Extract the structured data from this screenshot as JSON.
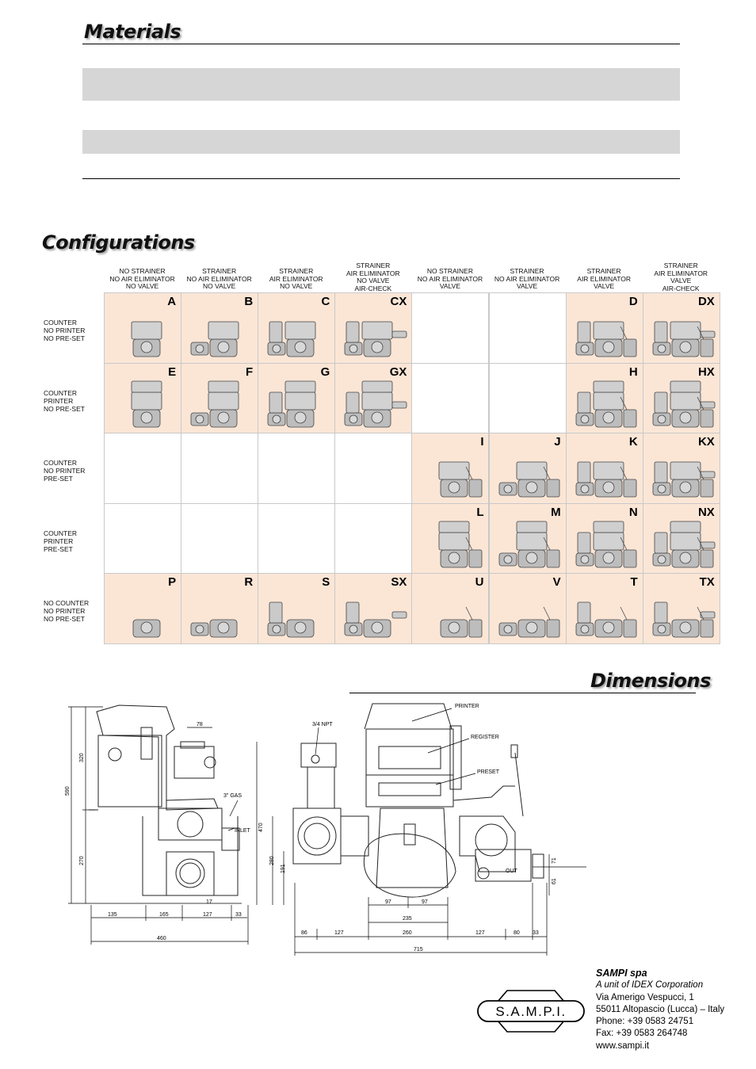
{
  "sections": {
    "materials": "Materials",
    "configurations": "Configurations",
    "dimensions": "Dimensions"
  },
  "config": {
    "columns": [
      [
        "NO STRAINER",
        "NO AIR ELIMINATOR",
        "NO VALVE"
      ],
      [
        "STRAINER",
        "NO AIR ELIMINATOR",
        "NO VALVE"
      ],
      [
        "STRAINER",
        "AIR ELIMINATOR",
        "NO VALVE"
      ],
      [
        "STRAINER",
        "AIR ELIMINATOR",
        "NO VALVE",
        "AIR-CHECK"
      ],
      [
        "NO STRAINER",
        "NO AIR ELIMINATOR",
        "VALVE"
      ],
      [
        "STRAINER",
        "NO AIR ELIMINATOR",
        "VALVE"
      ],
      [
        "STRAINER",
        "AIR ELIMINATOR",
        "VALVE"
      ],
      [
        "STRAINER",
        "AIR ELIMINATOR",
        "VALVE",
        "AIR-CHECK"
      ]
    ],
    "rows": [
      {
        "label": [
          "COUNTER",
          "NO PRINTER",
          "NO PRE-SET"
        ],
        "cells": [
          "A",
          "B",
          "C",
          "CX",
          "",
          "",
          "D",
          "DX"
        ]
      },
      {
        "label": [
          "COUNTER",
          "PRINTER",
          "NO PRE-SET"
        ],
        "cells": [
          "E",
          "F",
          "G",
          "GX",
          "",
          "",
          "H",
          "HX"
        ]
      },
      {
        "label": [
          "COUNTER",
          "NO PRINTER",
          "PRE-SET"
        ],
        "cells": [
          "",
          "",
          "",
          "",
          "I",
          "J",
          "K",
          "KX"
        ]
      },
      {
        "label": [
          "COUNTER",
          "PRINTER",
          "PRE-SET"
        ],
        "cells": [
          "",
          "",
          "",
          "",
          "L",
          "M",
          "N",
          "NX"
        ]
      },
      {
        "label": [
          "NO COUNTER",
          "NO PRINTER",
          "NO PRE-SET"
        ],
        "cells": [
          "P",
          "R",
          "S",
          "SX",
          "U",
          "V",
          "T",
          "TX"
        ]
      }
    ]
  },
  "dimensions": {
    "labels": {
      "gas": "3\" GAS",
      "inlet": "INLET",
      "npt": "3/4 NPT",
      "printer": "PRINTER",
      "register": "REGISTER",
      "preset": "PRESET",
      "out": "OUT"
    },
    "values": {
      "d320": "320",
      "d590": "590",
      "d270": "270",
      "d78": "78",
      "d17": "17",
      "d135": "135",
      "d165": "165",
      "d127a": "127",
      "d33a": "33",
      "d460": "460",
      "d470": "470",
      "d280": "280",
      "d191": "191",
      "d71": "71",
      "d61": "61",
      "d97a": "97",
      "d97b": "97",
      "d235": "235",
      "d86": "86",
      "d127b": "127",
      "d260": "260",
      "d127c": "127",
      "d80": "80",
      "d33b": "33",
      "d715": "715"
    }
  },
  "company": {
    "name": "SAMPI spa",
    "unit": "A unit of IDEX Corporation",
    "address1": "Via Amerigo Vespucci, 1",
    "address2": "55011 Altopascio (Lucca) – Italy",
    "phone": "Phone: +39 0583 24751",
    "fax": "Fax: +39 0583 264748",
    "web": "www.sampi.it",
    "logo_text": "S.A.M.P.I."
  },
  "colors": {
    "cell_on": "#fbe6d6",
    "shade": "#d6d6d6"
  }
}
